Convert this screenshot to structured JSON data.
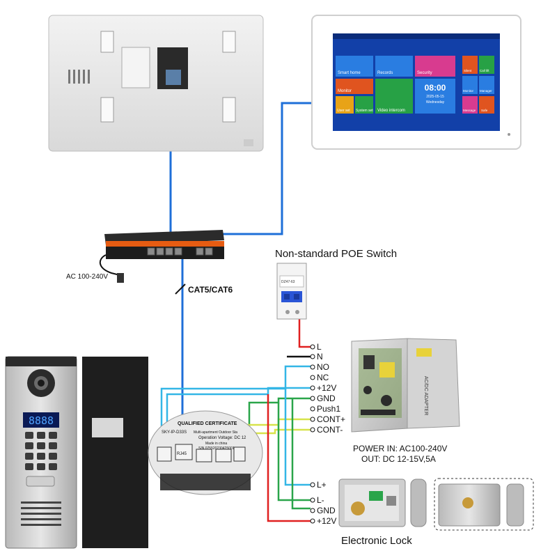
{
  "monitor": {
    "tiles": [
      "Smart home",
      "Records",
      "Security",
      "Monitor",
      "Video intercom",
      "User set",
      "System set"
    ],
    "clock_time": "08:00",
    "clock_date": "2025-05-15",
    "clock_day": "Wednesday",
    "side_tiles": [
      "Silent",
      "Call lift",
      "Monitor",
      "Manager",
      "Message",
      "Safe"
    ]
  },
  "switch": {
    "caption": "Non-standard POE Switch",
    "power_input": "AC 100-240V"
  },
  "cable_label": "CAT5/CAT6",
  "breaker": {
    "label": "DZ47-63"
  },
  "terminals": [
    "L",
    "N",
    "NO",
    "NC",
    "+12V",
    "GND",
    "Push1",
    "CONT+",
    "CONT-"
  ],
  "power_supply": {
    "line1": "POWER  IN: AC100-240V",
    "line2": "OUT: DC 12-15V,5A",
    "side_label": "AC/DC ADAPTER"
  },
  "lock": {
    "caption": "Electronic Lock",
    "terminals": [
      "L+",
      "L-",
      "GND",
      "+12V"
    ]
  },
  "outdoor_station": {
    "display": "8888",
    "label_title": "QUALIFIED CERTIFICATE",
    "label_model": "SKY-IP-D33S",
    "label_desc": "Multi-apartment Outdoor Sta",
    "label_voltage": "Operation Voltage: DC 12",
    "label_origin": "Made in china",
    "label_sn": "S/N 075520230425001",
    "port_label": "RJ45"
  },
  "colors": {
    "blue_wire": "#1e6fd8",
    "cyan_wire": "#33b6e6",
    "green_wire": "#2aa54a",
    "yellow_wire": "#d7e34a",
    "red_wire": "#e02020",
    "black_wire": "#111111",
    "switch_orange": "#e65c12",
    "screen_blue": "#1240a8"
  }
}
